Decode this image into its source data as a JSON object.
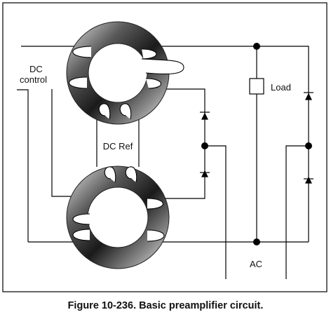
{
  "figure": {
    "caption": "Figure 10-236. Basic preamplifier circuit."
  },
  "labels": {
    "dc_control_line1": "DC",
    "dc_control_line2": "control",
    "load": "Load",
    "dc_ref": "DC Ref",
    "ac": "AC"
  }
}
